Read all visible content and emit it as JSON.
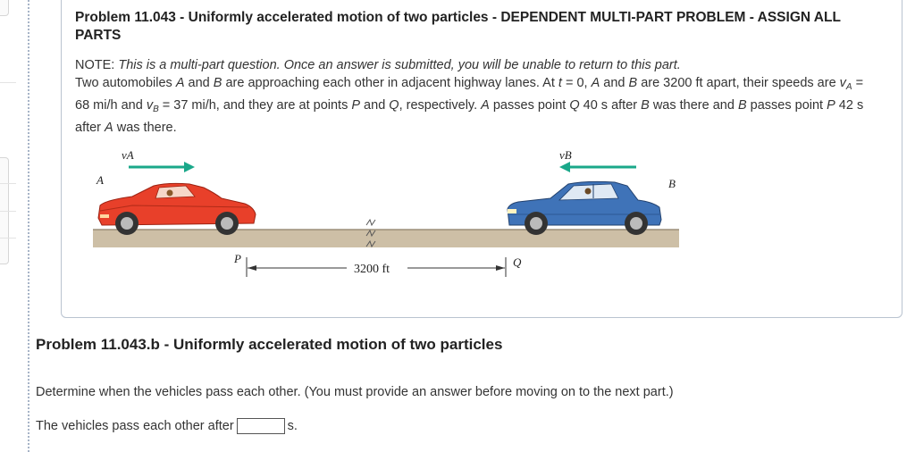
{
  "problem": {
    "title": "Problem 11.043 - Uniformly accelerated motion of two particles - DEPENDENT MULTI-PART PROBLEM - ASSIGN ALL PARTS",
    "note_label": "NOTE:",
    "note_text": "This is a multi-part question. Once an answer is submitted, you will be unable to return to this part.",
    "statement": {
      "s1": "Two automobiles ",
      "A": "A",
      "s2": " and ",
      "B": "B",
      "s3": " are approaching each other in adjacent highway lanes. At ",
      "t": "t",
      "s4": " = 0, ",
      "s5": " are 3200 ft apart, their speeds are ",
      "vA_v": "v",
      "vA_sub": "A",
      "s6": " = 68 mi/h and ",
      "vB_v": "v",
      "vB_sub": "B",
      "s7": " = 37 mi/h, and they are at points ",
      "P": "P",
      "s8": " and ",
      "Q": "Q",
      "s9": ", respectively. ",
      "s10": " passes point ",
      "s11": " 40 s after ",
      "s12": " was there and ",
      "s13": " passes point ",
      "s14": " 42 s after ",
      "s15": " was there."
    }
  },
  "figure": {
    "label_vA": "vA",
    "label_vB": "vB",
    "label_A": "A",
    "label_B": "B",
    "label_P": "P",
    "label_Q": "Q",
    "distance": "3200 ft",
    "colors": {
      "car_a": "#e8402a",
      "car_b": "#3f73b8",
      "arrow": "#1aa88a",
      "road": "#cdbfa6"
    }
  },
  "part": {
    "title": "Problem 11.043.b - Uniformly accelerated motion of two particles",
    "instruction": "Determine when the vehicles pass each other. (You must provide an answer before moving on to the next part.)",
    "answer_prefix": "The vehicles pass each other after",
    "answer_value": "",
    "answer_unit": "s."
  }
}
